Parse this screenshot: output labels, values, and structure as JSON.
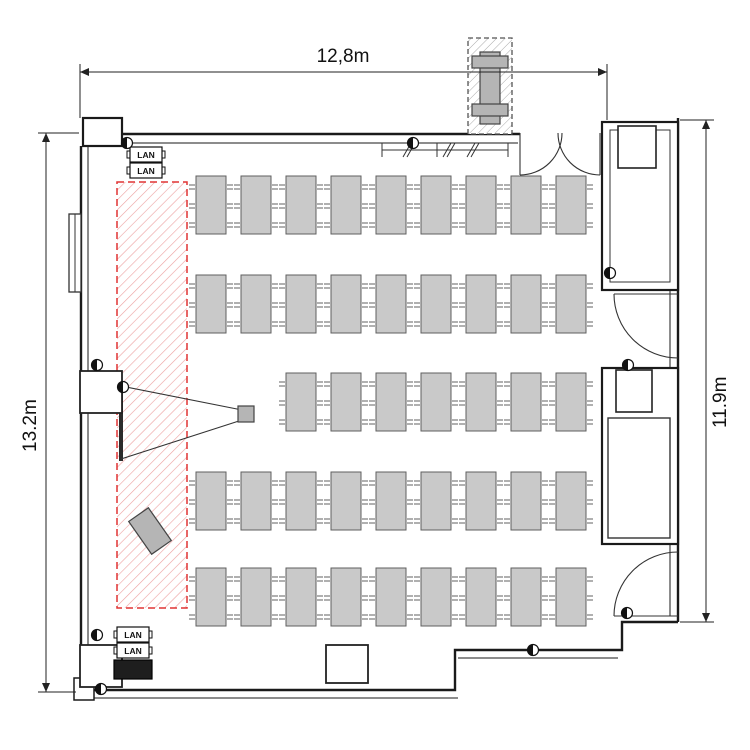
{
  "dimensions": {
    "width_top": "12,8m",
    "height_left": "13.2m",
    "height_right": "11.9m"
  },
  "wall_labels": {
    "lan_top": [
      "LAN",
      "LAN"
    ],
    "lan_bottom": [
      "LAN",
      "LAN"
    ]
  },
  "desk_grid": {
    "columns": 9,
    "rows": 5,
    "skipped_cells": [
      [
        2,
        0
      ],
      [
        2,
        1
      ]
    ]
  },
  "icons": {
    "outlet": "half-filled-circle",
    "lan_port": "boxed-label",
    "projector": "gray-square-with-beam"
  },
  "colors": {
    "wall": "#1a1a1a",
    "desk_fill": "#c9c9c9",
    "projection_zone_red": "#e03434",
    "equipment_gray": "#b5b5b5",
    "background": "#ffffff"
  }
}
